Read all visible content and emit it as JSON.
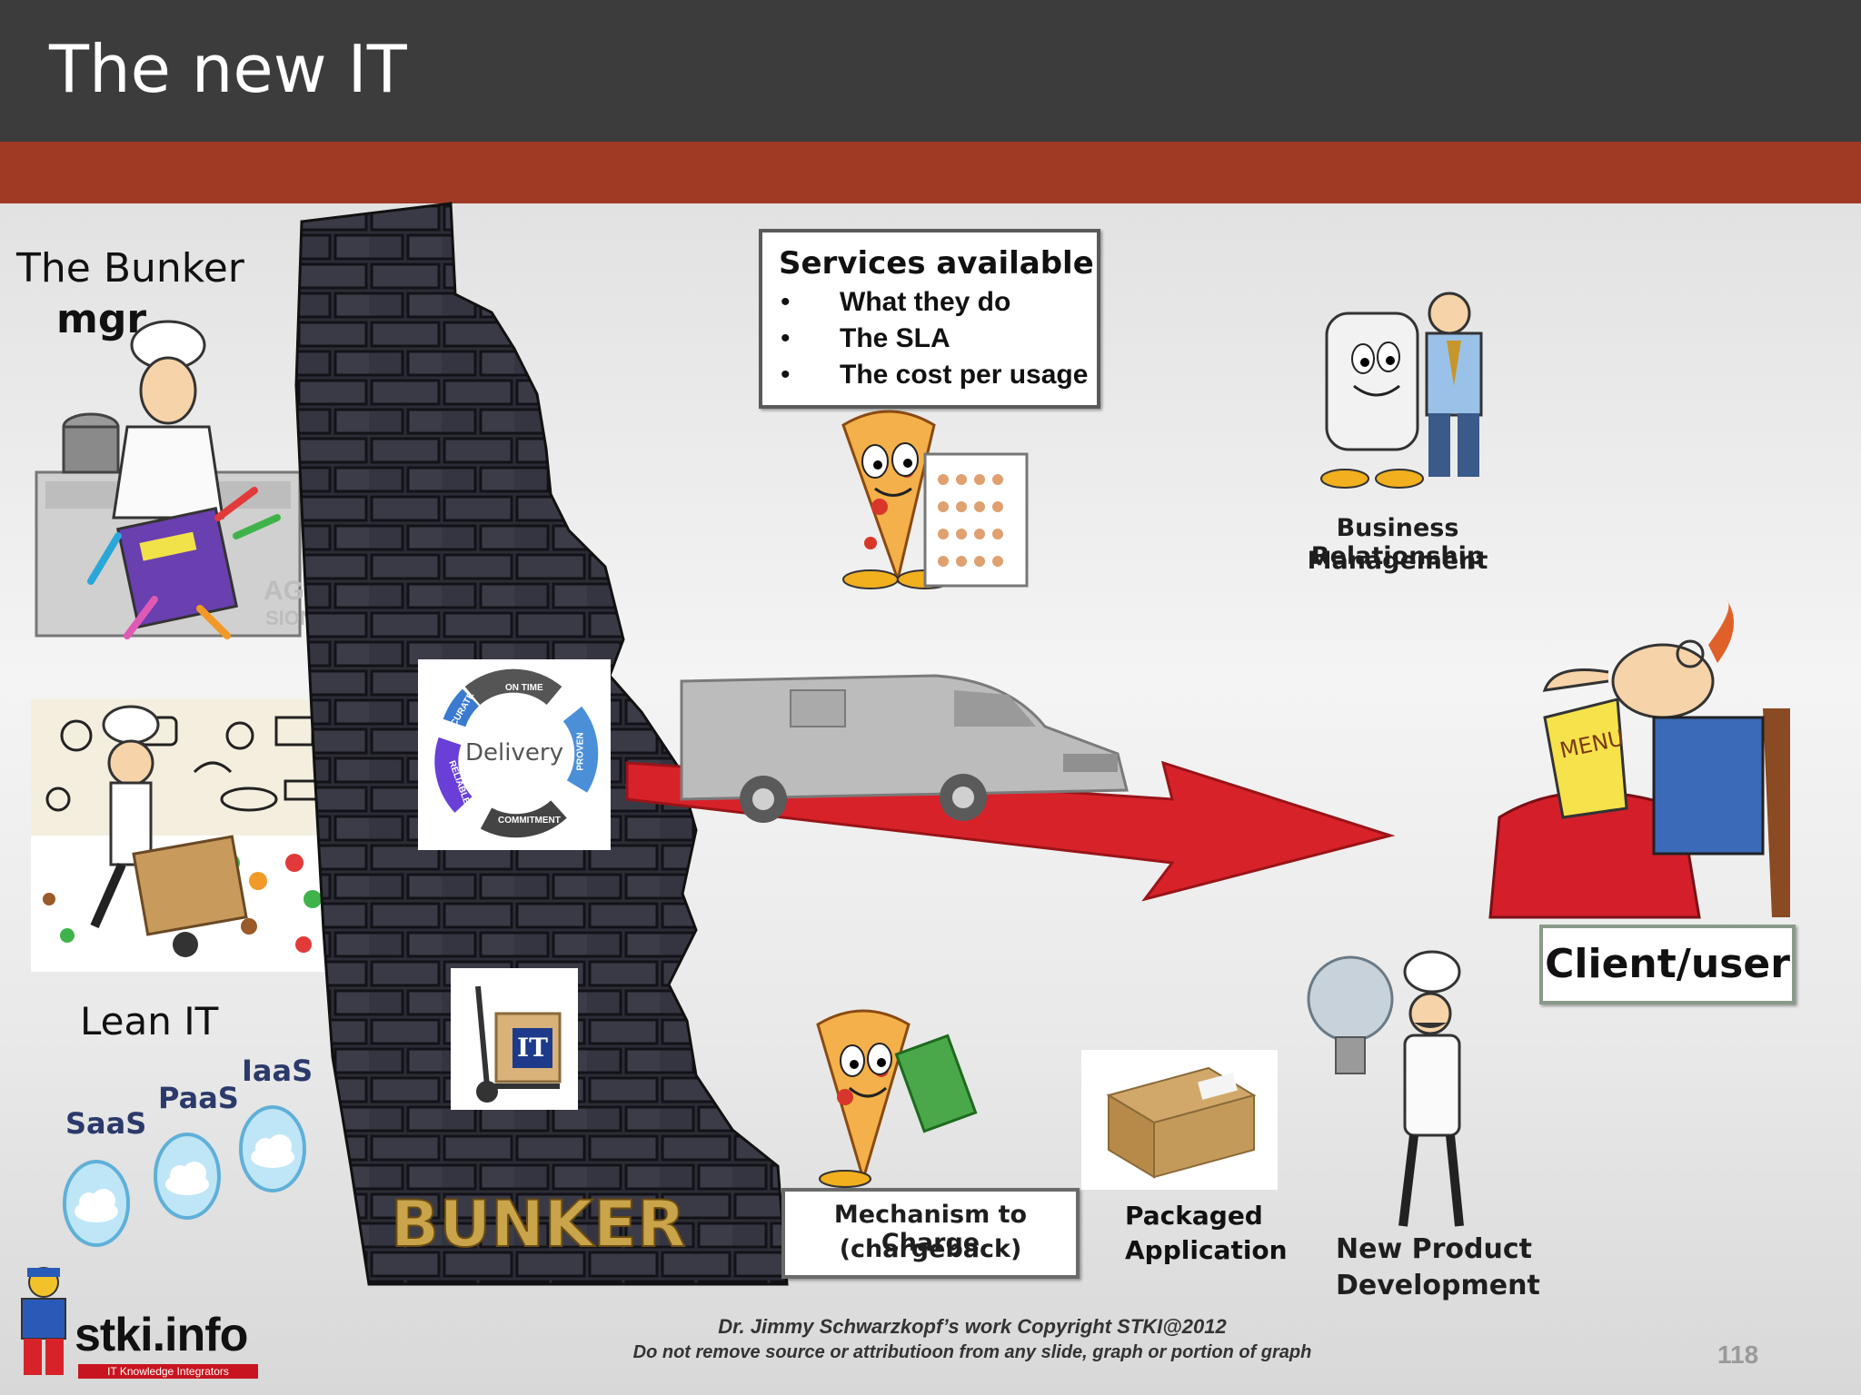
{
  "header": {
    "title": "The new IT"
  },
  "left": {
    "bunker_title": "The Bunker",
    "bunker_sub": "mgr",
    "watermark": "AGE\nSION",
    "lean_it": "Lean IT",
    "clouds": [
      "SaaS",
      "PaaS",
      "IaaS"
    ]
  },
  "wall": {
    "label": "BUNKER"
  },
  "delivery_cycle": {
    "center": "Delivery",
    "arrows": [
      "ON TIME",
      "PROVEN",
      "COMMITMENT",
      "RELIABLE",
      "ACCURATE"
    ]
  },
  "cart_logo": "IT",
  "services": {
    "title": "Services available",
    "items": [
      "What they do",
      "The SLA",
      "The cost per usage"
    ]
  },
  "brm": {
    "line1": "Business Relationship",
    "line2": "Management"
  },
  "client": {
    "label": "Client/user",
    "menu": "MENU"
  },
  "chargeback": {
    "line1": "Mechanism to Charge",
    "line2": "(chargeback)"
  },
  "packaged": {
    "line1": "Packaged",
    "line2": "Application"
  },
  "npd": {
    "line1": "New Product",
    "line2": "Development"
  },
  "footer": {
    "credit": "Dr. Jimmy Schwarzkopf’s work  Copyright STKI@2012",
    "notice": "Do not remove source or attributioon from any slide, graph or portion of graph",
    "page": "118",
    "logo": "stki.info",
    "logo_tag": "IT Knowledge Integrators"
  },
  "colors": {
    "header": "#3c3c3c",
    "band": "#a03a25",
    "arrow": "#d8222a",
    "wall": "#2c2c36"
  }
}
